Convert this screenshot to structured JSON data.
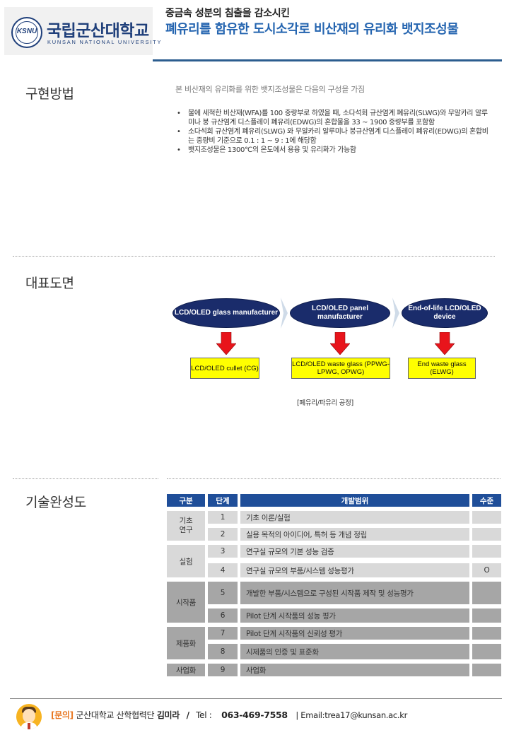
{
  "header": {
    "logo_seal": "KSNU",
    "logo_kr": "국립군산대학교",
    "logo_en": "KUNSAN NATIONAL UNIVERSITY",
    "subtitle": "중금속 성분의 침출을 감소시킨",
    "title": "폐유리를 함유한 도시소각로 비산재의 유리화 뱃지조성물"
  },
  "method": {
    "label": "구현방법",
    "intro": "본 비산재의 유리화를 위한 뱃지조성물은 다음의 구성을 가짐",
    "bullets": [
      "물에 세척한 비산재(WFA)를 100 중량부로 하였을 때, 소다석회 규산염계 폐유리(SLWG)와 무알카리 알루미나 붕 규산염계 디스플레이 폐유리(EDWG)의 혼합물을 33 ~ 1900 중량부를 포함함",
      "소다석회 규산염계 폐유리(SLWG) 와 무알카리 알루미나 붕규산염계 디스플레이 폐유리(EDWG)의 혼합비는 중량비 기준으로 0.1 : 1 ~ 9 : 1에 해당함",
      "뱃지조성물은 1300℃의 온도에서 용융 및 유리화가 가능함"
    ]
  },
  "figure": {
    "label": "대표도면",
    "ovals": [
      "LCD/OLED glass manufacturer",
      "LCD/OLED panel manufacturer",
      "End-of-life LCD/OLED device"
    ],
    "boxes": [
      "LCD/OLED cullet (CG)",
      "LCD/OLED waste glass (PPWG-LPWG, OPWG)",
      "End waste glass (ELWG)"
    ],
    "caption": "[폐유리/파유리 공정]",
    "arrow_color": "#e8141b",
    "oval_color": "#1a2c6b",
    "box_color": "#ffff00"
  },
  "trl": {
    "label": "기술완성도",
    "headers": [
      "구분",
      "단계",
      "개발범위",
      "수준"
    ],
    "categories": [
      "기초 연구",
      "실험",
      "시작품",
      "제품화",
      "사업화"
    ],
    "steps": [
      {
        "stage": "1",
        "desc": "기초 이론/실험",
        "level": ""
      },
      {
        "stage": "2",
        "desc": "실용 목적의 아이디어, 특허 등 개념 정립",
        "level": ""
      },
      {
        "stage": "3",
        "desc": "연구실 규모의 기본 성능 검증",
        "level": ""
      },
      {
        "stage": "4",
        "desc": "연구실 규모의 부품/시스템 성능평가",
        "level": "O"
      },
      {
        "stage": "5",
        "desc": "개발한 부품/시스템으로  구성된 시작품 제작 및 성능평가",
        "level": ""
      },
      {
        "stage": "6",
        "desc": "Pilot 단계 시작품의 성능 평가",
        "level": ""
      },
      {
        "stage": "7",
        "desc": "Pilot 단계 시작품의 신뢰성 평가",
        "level": ""
      },
      {
        "stage": "8",
        "desc": "시제품의 인증 및 표준화",
        "level": ""
      },
      {
        "stage": "9",
        "desc": "사업화",
        "level": ""
      }
    ],
    "header_color": "#1f4e99"
  },
  "footer": {
    "inquiry": "[문의]",
    "org": "군산대학교 산학협력단",
    "name": "김미라",
    "slash": "/",
    "tel_label": "Tel :",
    "phone": "063-469-7558",
    "email": "| Email:trea17@kunsan.ac.kr"
  }
}
